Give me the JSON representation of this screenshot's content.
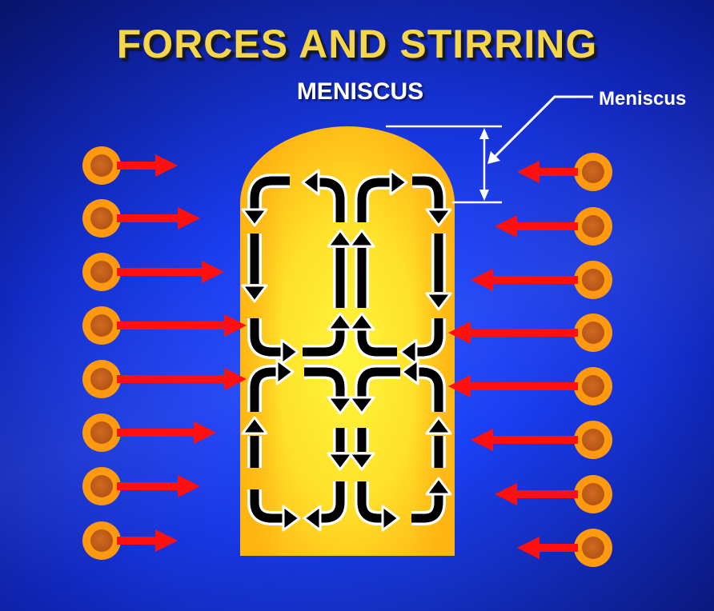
{
  "title": "FORCES AND STIRRING",
  "subtitle": "MENISCUS",
  "callout_label": "Meniscus",
  "colors": {
    "background": "#1a3ef2",
    "title": "#f5d64a",
    "zone_outer": "#ffbf1a",
    "zone_center": "#fff23a",
    "electrode_ring": "#ff9a10",
    "electrode_core": "#c8661a",
    "force_arrow": "#ff1010",
    "flow_arrow_fill": "#000000",
    "flow_arrow_outline": "#ffffff"
  },
  "icons": {
    "electrode": "coil-electrode-icon",
    "force": "force-arrow-icon",
    "flow": "flow-arrow-icon"
  }
}
